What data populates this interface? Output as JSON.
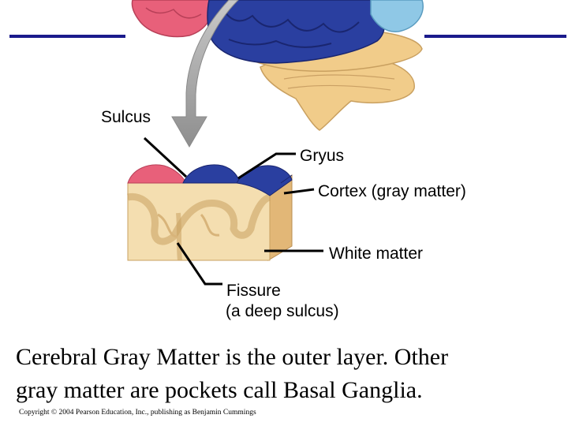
{
  "labels": {
    "sulcus": "Sulcus",
    "gyrus": "Gryus",
    "cortex": "Cortex (gray matter)",
    "white_matter": "White matter",
    "fissure_line1": "Fissure",
    "fissure_line2": "(a deep sulcus)"
  },
  "caption_line1": "Cerebral Gray Matter is the outer layer. Other",
  "caption_line2": "gray matter are pockets call Basal Ganglia.",
  "copyright": "Copyright © 2004 Pearson Education, Inc., publishing as Benjamin Cummings",
  "colors": {
    "title_rule": "#1a1a8c",
    "frontal_lobe": "#e8607a",
    "parietal_lobe": "#2a3fa0",
    "occipital_lobe": "#8fc8e6",
    "temporal_lobe": "#f1cc8a",
    "white_matter": "#f4deb0",
    "arrow": "#a8a8a8"
  }
}
